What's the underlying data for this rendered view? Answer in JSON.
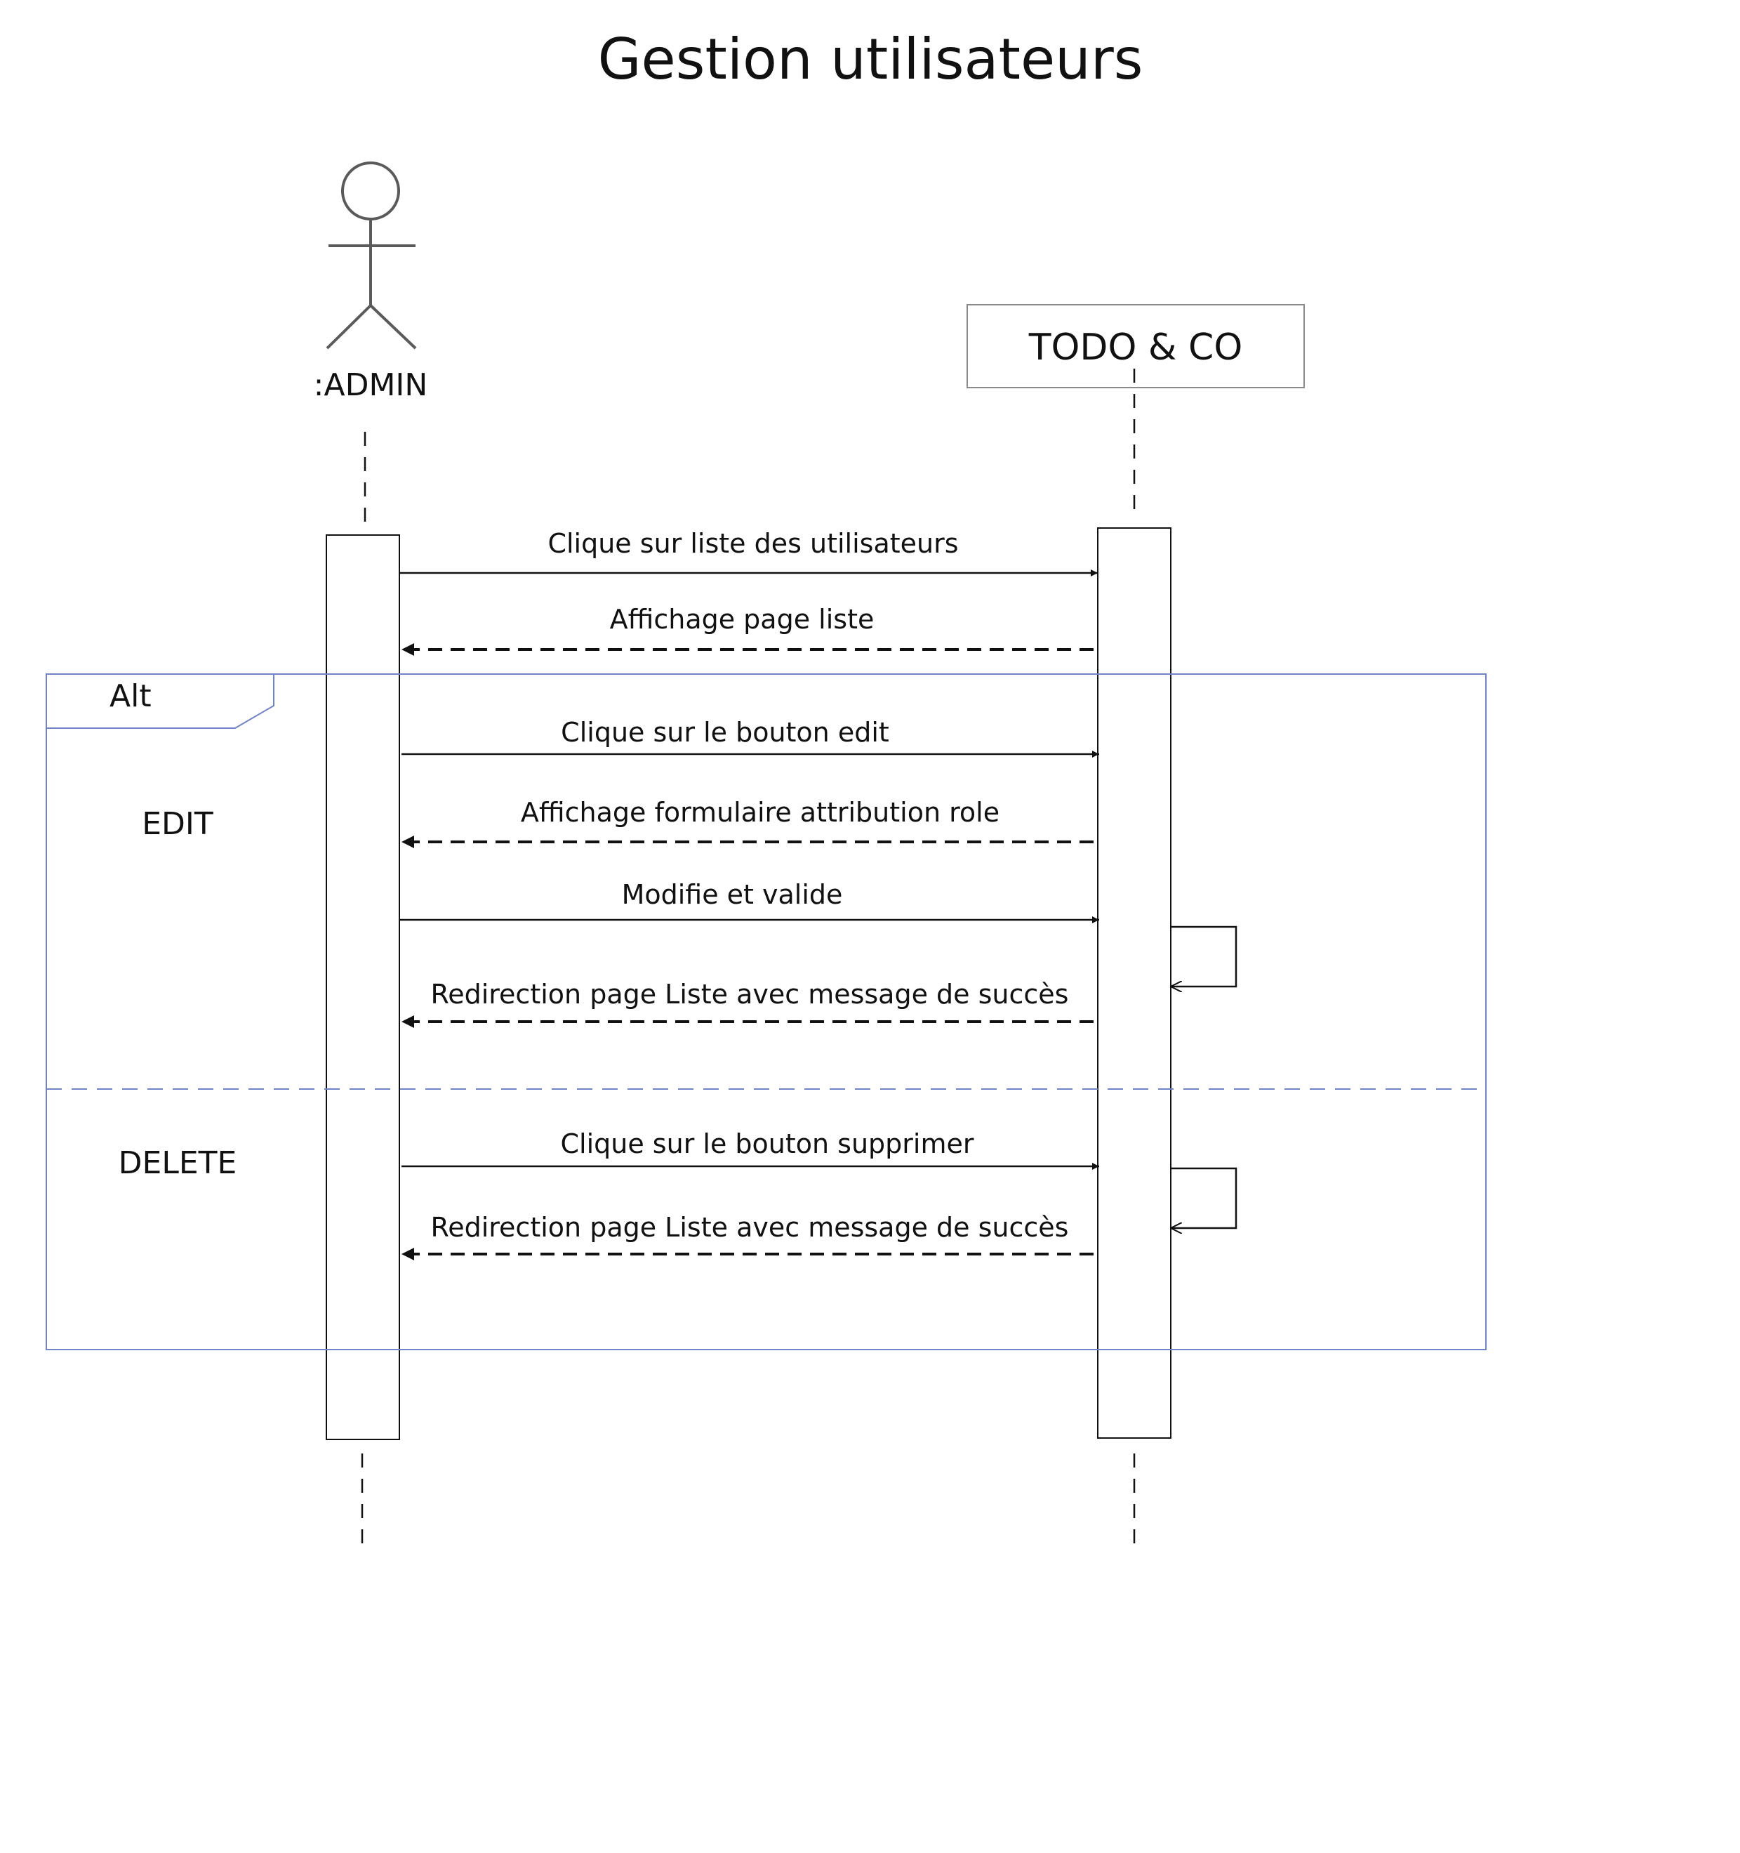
{
  "title": "Gestion utilisateurs",
  "participants": [
    {
      "id": "admin",
      "label": ":ADMIN",
      "kind": "actor"
    },
    {
      "id": "system",
      "label": "TODO & CO",
      "kind": "object"
    }
  ],
  "messages": [
    {
      "text": "Clique sur liste des utilisateurs",
      "from": "admin",
      "to": "system",
      "style": "sync"
    },
    {
      "text": "Affichage page liste",
      "from": "system",
      "to": "admin",
      "style": "reply"
    },
    {
      "text": "Clique sur le bouton edit",
      "from": "admin",
      "to": "system",
      "style": "sync"
    },
    {
      "text": "Affichage formulaire attribution role",
      "from": "system",
      "to": "admin",
      "style": "reply"
    },
    {
      "text": "Modifie et valide",
      "from": "admin",
      "to": "system",
      "style": "sync"
    },
    {
      "text": "Redirection page Liste avec message de succès",
      "from": "system",
      "to": "admin",
      "style": "reply"
    },
    {
      "text": "Clique sur le bouton supprimer",
      "from": "admin",
      "to": "system",
      "style": "sync"
    },
    {
      "text": "Redirection page Liste avec message de succès",
      "from": "system",
      "to": "admin",
      "style": "reply"
    }
  ],
  "fragment": {
    "operator": "Alt",
    "operands": [
      "EDIT",
      "DELETE"
    ]
  },
  "colors": {
    "line": "#111111",
    "frame": "#7082c8",
    "actor": "#5a5a5a"
  }
}
